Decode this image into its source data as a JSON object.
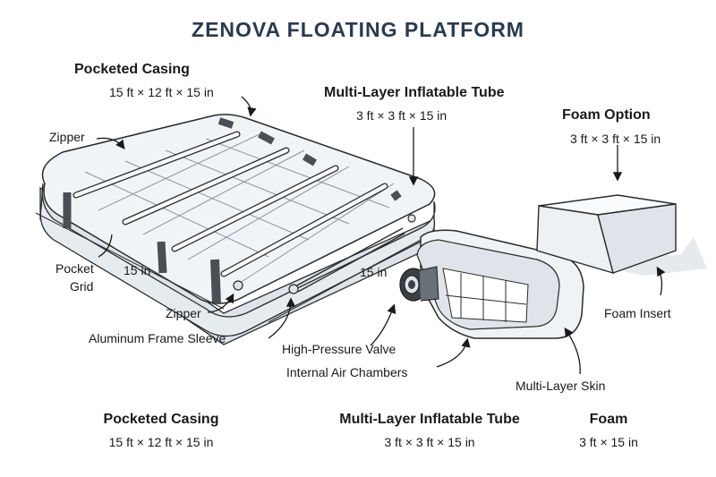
{
  "title": "ZENOVA  FLOATING PLATFORM",
  "callouts": {
    "casing_title": "Pocketed Casing",
    "casing_dims": "15 ft × 12 ft × 15 in",
    "tube_title": "Multi-Layer Inflatable Tube",
    "tube_dims": "3 ft × 3 ft × 15 in",
    "foam_title": "Foam Option",
    "foam_dims": "3 ft × 3 ft × 15 in"
  },
  "labels": {
    "zipper_top": "Zipper",
    "pocket": "Pocket",
    "grid": "Grid",
    "depth_left": "15 in",
    "depth_right": "15 in",
    "zipper_bottom": "Zipper",
    "frame_sleeve": "Aluminum Frame Sleeve",
    "valve": "High-Pressure Valve",
    "chambers": "Internal Air Chambers",
    "skin": "Multi-Layer Skin",
    "foam_insert": "Foam Insert"
  },
  "summary": {
    "casing_title": "Pocketed Casing",
    "casing_dims": "15 ft × 12 ft × 15 in",
    "tube_title": "Multi-Layer Inflatable Tube",
    "tube_dims": "3 ft × 3 ft × 15 in",
    "foam_title": "Foam",
    "foam_dims": "3 ft × 15 in"
  },
  "colors": {
    "title": "#2b3a4f",
    "line": "#2a2a2a",
    "fill_light": "#eef1f4",
    "fill_mid": "#dfe4ea",
    "strap": "#4a4f55"
  }
}
